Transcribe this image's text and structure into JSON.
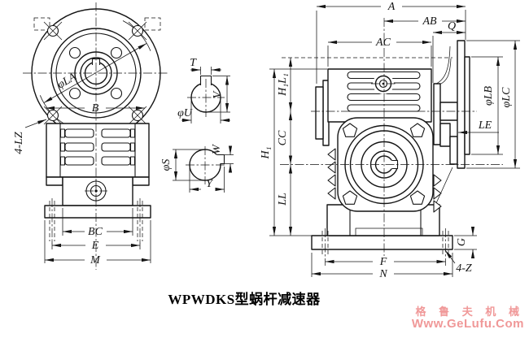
{
  "colors": {
    "line": "#141414",
    "watermark": "#f09898",
    "background": "#ffffff"
  },
  "caption": "WPWDKS型蜗杆减速器",
  "watermark": {
    "line1": "格 鲁 夫 机 械",
    "line2": "Www.GeLufu.Com"
  },
  "labels": {
    "phi_la": "φLA",
    "b": "B",
    "lz4": "4-LZ",
    "bc": "BC",
    "e": "E",
    "m": "M",
    "t": "T",
    "v": "V",
    "phi_u": "φU",
    "phi_s": "φS",
    "w": "W",
    "y": "Y",
    "a": "A",
    "ab": "AB",
    "q": "Q",
    "ac": "AC",
    "h1": "H₁",
    "h1l1": "H₁L₁",
    "cc": "CC",
    "ll": "LL",
    "phi_lb": "φLB",
    "phi_lc": "φLC",
    "le": "LE",
    "f": "F",
    "n": "N",
    "g": "G",
    "z4": "4-Z"
  }
}
